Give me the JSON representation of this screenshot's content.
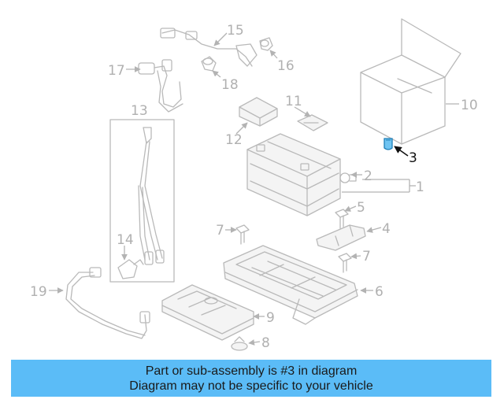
{
  "callouts": {
    "c1": "1",
    "c2": "2",
    "c3": "3",
    "c4": "4",
    "c5": "5",
    "c6": "6",
    "c7a": "7",
    "c7b": "7",
    "c8": "8",
    "c9": "9",
    "c10": "10",
    "c11": "11",
    "c12": "12",
    "c13": "13",
    "c14": "14",
    "c15": "15",
    "c16": "16",
    "c17": "17",
    "c18": "18",
    "c19": "19"
  },
  "highlight": {
    "part": "3",
    "color": "#2aa7e8"
  },
  "banner": {
    "line1": "Part or sub-assembly is #3 in diagram",
    "line2": "Diagram may not be specific to your vehicle",
    "color": "#5bbcf7"
  }
}
